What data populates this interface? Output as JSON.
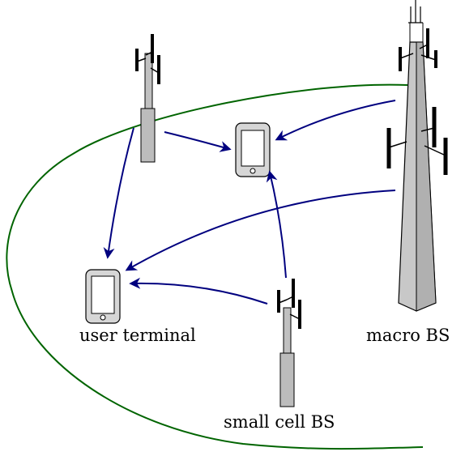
{
  "labels": {
    "user_terminal": "user terminal",
    "macro_bs": "macro BS",
    "small_cell_bs": "small cell BS"
  },
  "colors": {
    "arrow": "#00007f",
    "coverage": "#006400",
    "tower_fill": "#c0c0c0",
    "device_fill": "#d6d6d6",
    "outline": "#000000"
  },
  "icons": [
    "macro-tower-icon",
    "small-cell-tower-icon",
    "phone-icon",
    "tablet-icon"
  ]
}
